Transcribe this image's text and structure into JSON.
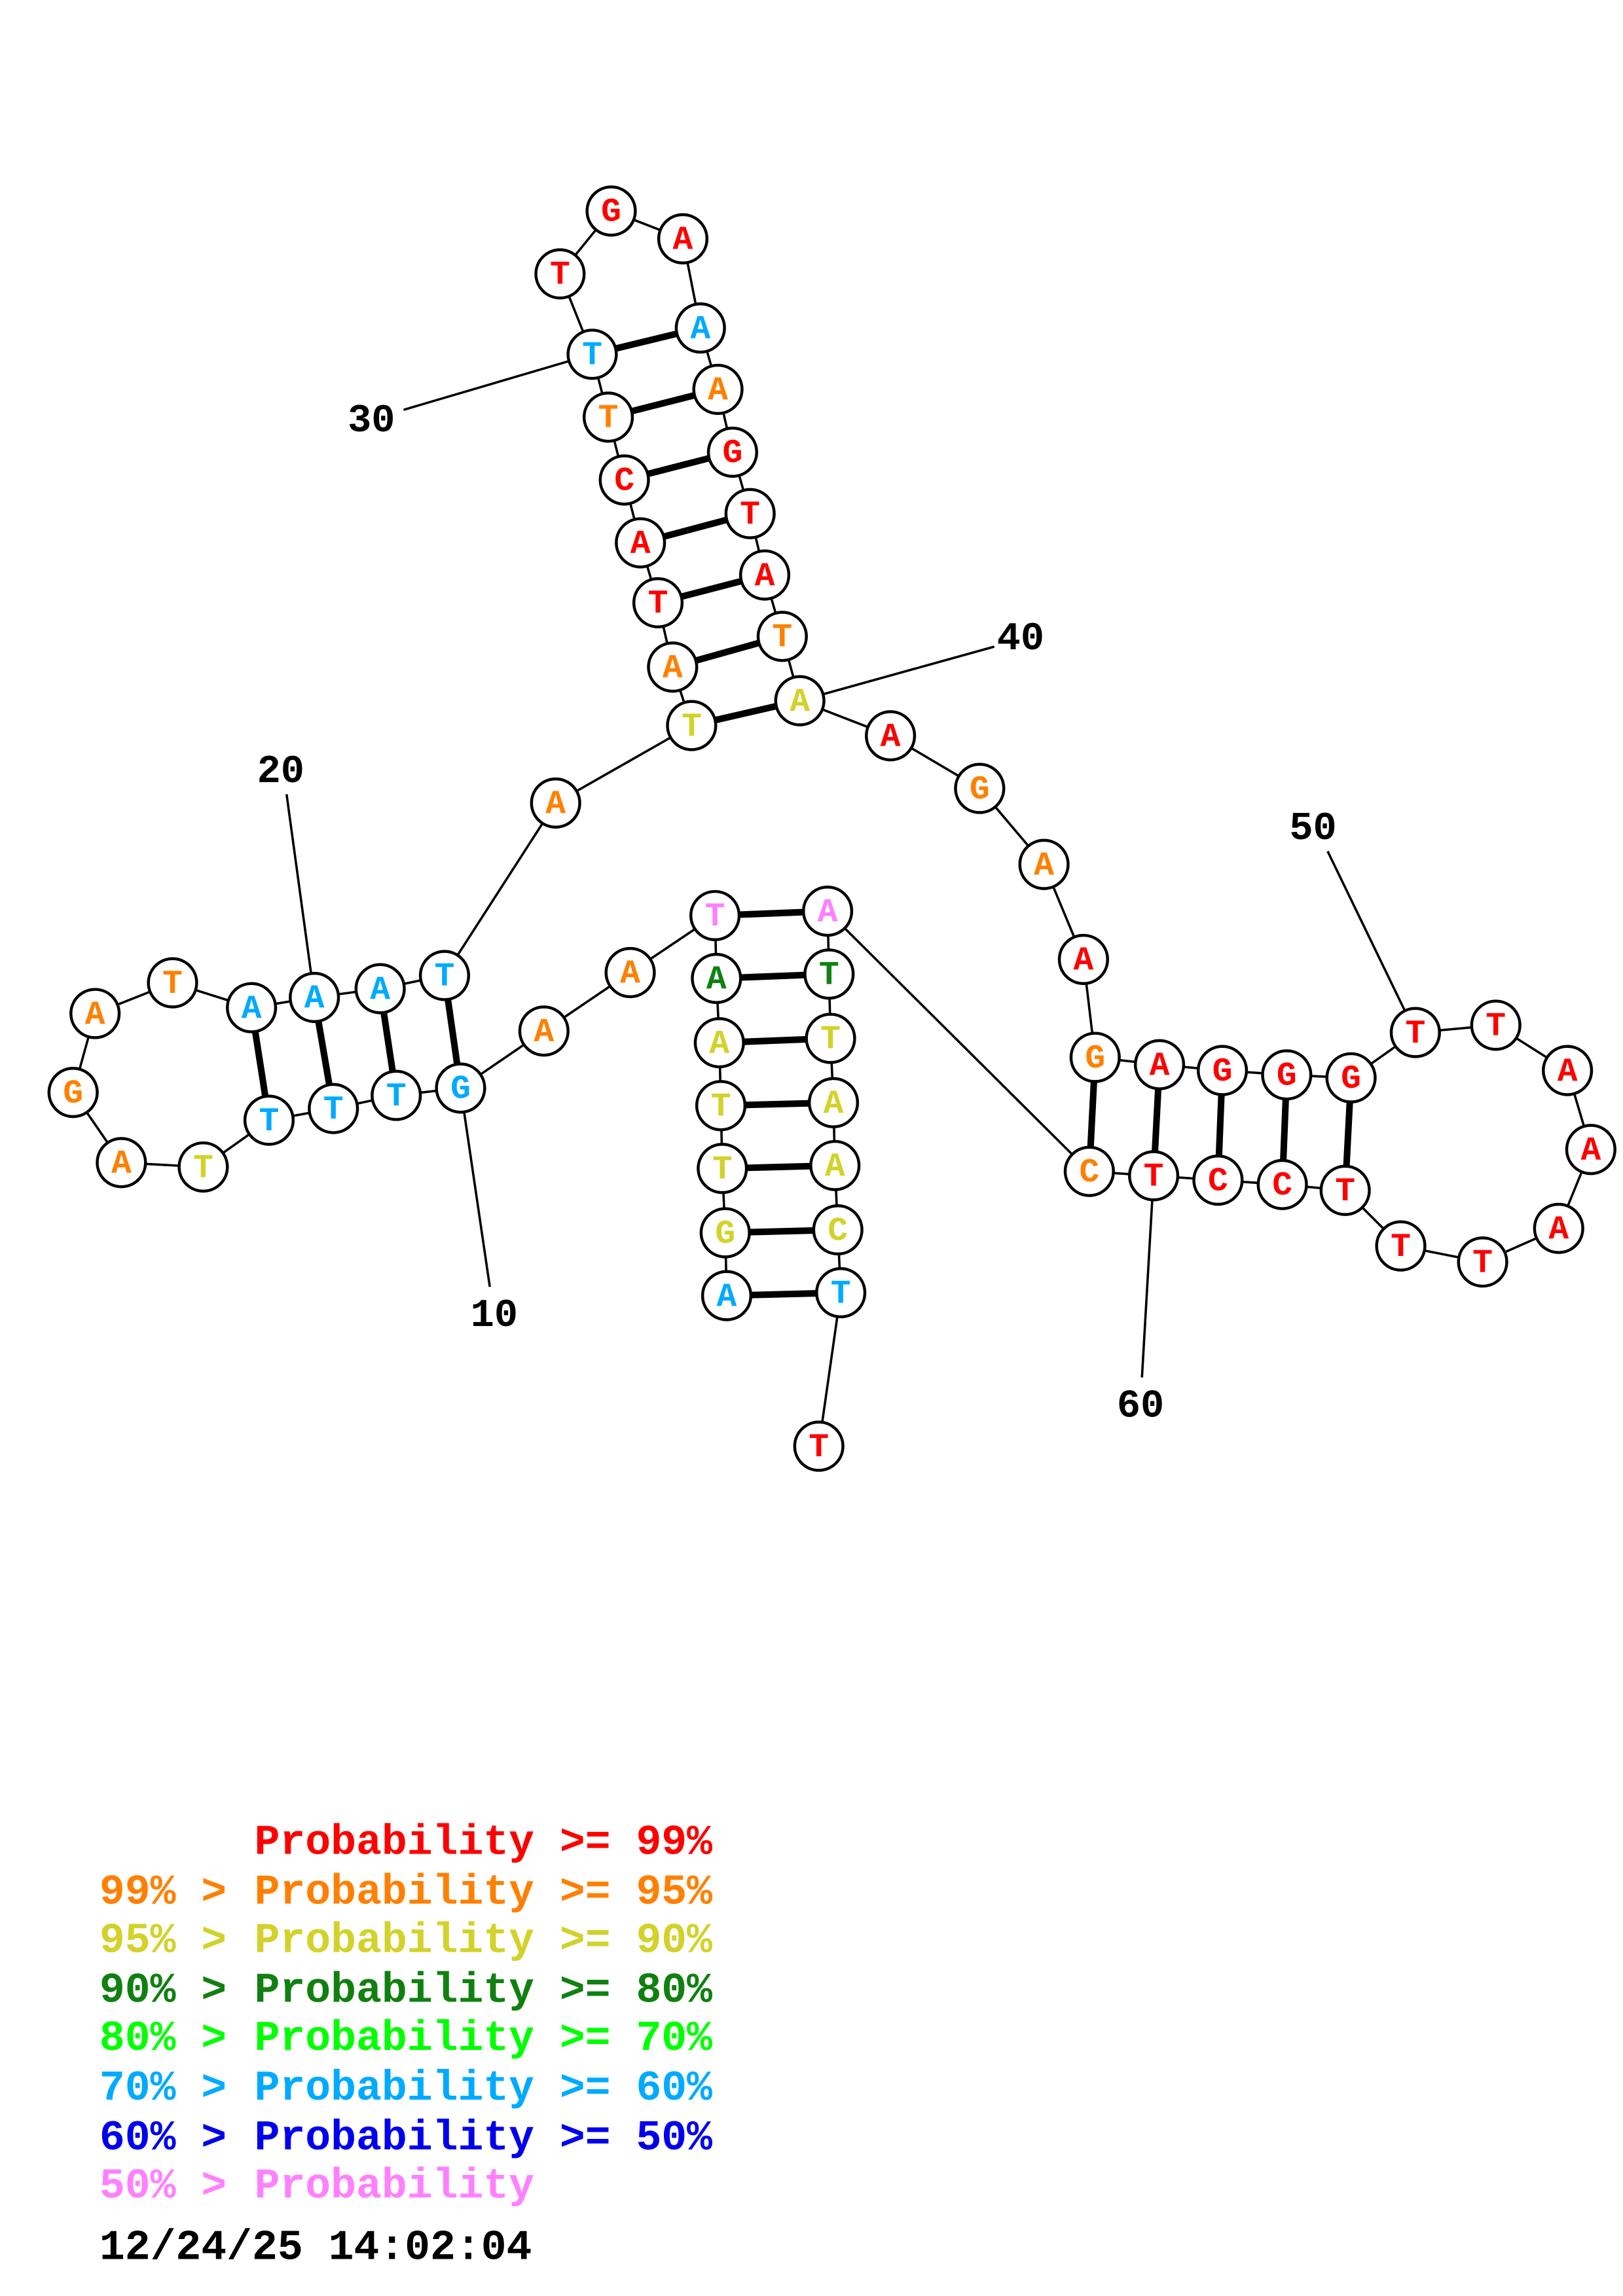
{
  "sequence": "AGTTAATAAGTTTTAGATAAATATATACTTTGAAAGTATAAGAAGAGGGTTAAATTTCCTCATTAACTT",
  "colors": {
    "p99": "#ff0000",
    "p95": "#ff8000",
    "p90": "#d2d22a",
    "p80": "#108010",
    "p70": "#00ff00",
    "p60": "#00aaff",
    "p50": "#0000ee",
    "plow": "#ff80ff"
  },
  "nucleotide_probability_class": [
    "p60",
    "p90",
    "p90",
    "p90",
    "p90",
    "p80",
    "plow",
    "p95",
    "p95",
    "p60",
    "p60",
    "p60",
    "p60",
    "p90",
    "p95",
    "p95",
    "p95",
    "p95",
    "p60",
    "p60",
    "p60",
    "p60",
    "p95",
    "p90",
    "p95",
    "p99",
    "p99",
    "p99",
    "p95",
    "p60",
    "p99",
    "p99",
    "p99",
    "p60",
    "p95",
    "p99",
    "p99",
    "p99",
    "p95",
    "p90",
    "p99",
    "p95",
    "p95",
    "p99",
    "p95",
    "p99",
    "p99",
    "p99",
    "p99",
    "p99",
    "p99",
    "p99",
    "p99",
    "p99",
    "p99",
    "p99",
    "p99",
    "p99",
    "p99",
    "p99",
    "p95",
    "plow",
    "p80",
    "p90",
    "p90",
    "p90",
    "p90",
    "p60",
    "p99"
  ],
  "pairs": [
    [
      1,
      68
    ],
    [
      2,
      67
    ],
    [
      3,
      66
    ],
    [
      4,
      65
    ],
    [
      5,
      64
    ],
    [
      6,
      63
    ],
    [
      7,
      62
    ],
    [
      10,
      22
    ],
    [
      11,
      21
    ],
    [
      12,
      20
    ],
    [
      13,
      19
    ],
    [
      24,
      40
    ],
    [
      25,
      39
    ],
    [
      26,
      38
    ],
    [
      27,
      37
    ],
    [
      28,
      36
    ],
    [
      29,
      35
    ],
    [
      30,
      34
    ],
    [
      45,
      61
    ],
    [
      46,
      60
    ],
    [
      47,
      59
    ],
    [
      48,
      58
    ],
    [
      49,
      57
    ]
  ],
  "position_labels": [
    "10",
    "20",
    "30",
    "40",
    "50",
    "60"
  ],
  "legend": [
    {
      "prefix": "",
      "text": "Probability >= 99%",
      "color_key": "p99"
    },
    {
      "prefix": "99% > ",
      "text": "Probability >= 95%",
      "color_key": "p95"
    },
    {
      "prefix": "95% > ",
      "text": "Probability >= 90%",
      "color_key": "p90"
    },
    {
      "prefix": "90% > ",
      "text": "Probability >= 80%",
      "color_key": "p80"
    },
    {
      "prefix": "80% > ",
      "text": "Probability >= 70%",
      "color_key": "p70"
    },
    {
      "prefix": "70% > ",
      "text": "Probability >= 60%",
      "color_key": "p60"
    },
    {
      "prefix": "60% > ",
      "text": "Probability >= 50%",
      "color_key": "p50"
    },
    {
      "prefix": "50% > ",
      "text": "Probability",
      "color_key": "plow"
    }
  ],
  "timestamp": "12/24/25 14:02:04"
}
